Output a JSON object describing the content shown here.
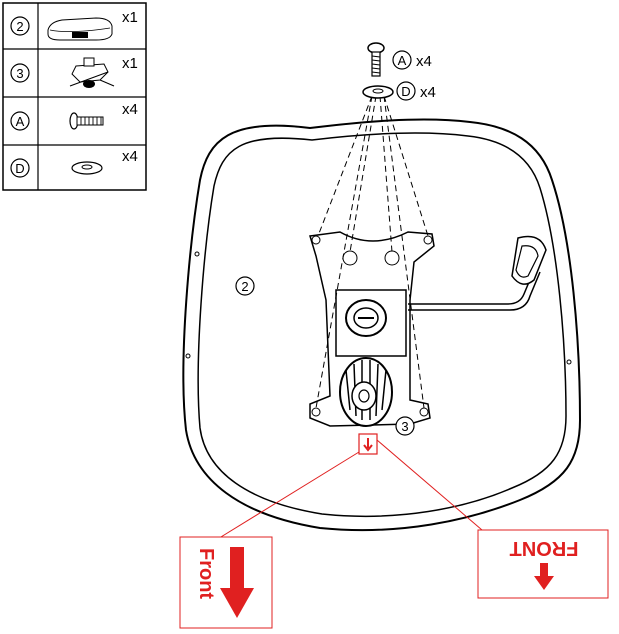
{
  "parts_table": {
    "rows": [
      {
        "id": "2",
        "icon": "seat-cushion-icon",
        "qty": "x1"
      },
      {
        "id": "3",
        "icon": "seat-plate-mechanism-icon",
        "qty": "x1"
      },
      {
        "id": "A",
        "icon": "bolt-icon",
        "qty": "x4"
      },
      {
        "id": "D",
        "icon": "washer-icon",
        "qty": "x4"
      }
    ]
  },
  "callouts": {
    "bolt_id": "A",
    "bolt_qty": "x4",
    "washer_id": "D",
    "washer_qty": "x4",
    "seat_id": "2",
    "mechanism_id": "3"
  },
  "front_labels": {
    "left_text": "Front",
    "right_text": "FRONT"
  },
  "colors": {
    "line": "#000000",
    "accent": "#e02020"
  }
}
